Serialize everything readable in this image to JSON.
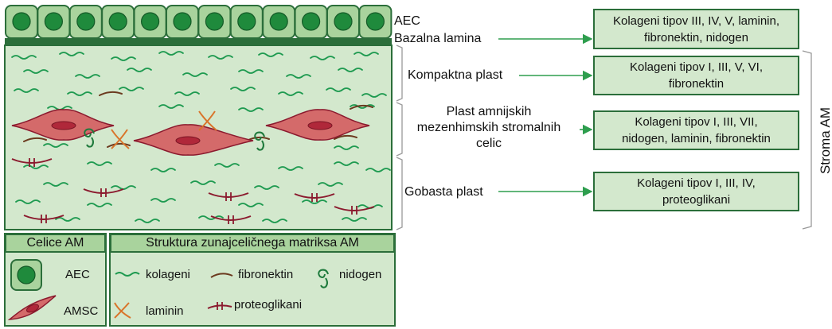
{
  "diagram": {
    "labels": {
      "aec": "AEC",
      "basal_lamina": "Bazalna lamina",
      "compact_layer": "Kompaktna plast",
      "amsc_layer_line1": "Plast amnijskih",
      "amsc_layer_line2": "mezenhimskih stromalnih",
      "amsc_layer_line3": "celic",
      "spongy_layer": "Gobasta plast",
      "stroma": "Stroma AM"
    },
    "composition": {
      "basal_line1": "Kolageni tipov III, IV, V, laminin,",
      "basal_line2": "fibronektin, nidogen",
      "compact_line1": "Kolageni tipov I, III, V, VI,",
      "compact_line2": "fibronektin",
      "amsc_line1": "Kolageni tipov I, III, VII,",
      "amsc_line2": "nidogen, laminin, fibronektin",
      "spongy_line1": "Kolageni tipov I, III, IV,",
      "spongy_line2": "proteoglikani"
    }
  },
  "legend": {
    "cells_title": "Celice AM",
    "cells_aec": "AEC",
    "cells_amsc": "AMSC",
    "matrix_title": "Struktura zunajceličnega matriksa AM",
    "collagen": "kolageni",
    "fibronectin": "fibronektin",
    "nidogen": "nidogen",
    "laminin": "laminin",
    "proteoglycans": "proteoglikani"
  },
  "colors": {
    "tissue_fill": "#d3e8cd",
    "cell_fill": "#a9d39d",
    "nucleus": "#1f8a3c",
    "border_dark": "#2b6e3a",
    "collagen": "#1e9a50",
    "fibronectin": "#6b3a1f",
    "laminin": "#d9742a",
    "proteoglycan": "#8b1a2e",
    "amsc_fill": "#d46a6a",
    "amsc_nucleus": "#b0283a",
    "arrow": "#2e9e4e"
  }
}
